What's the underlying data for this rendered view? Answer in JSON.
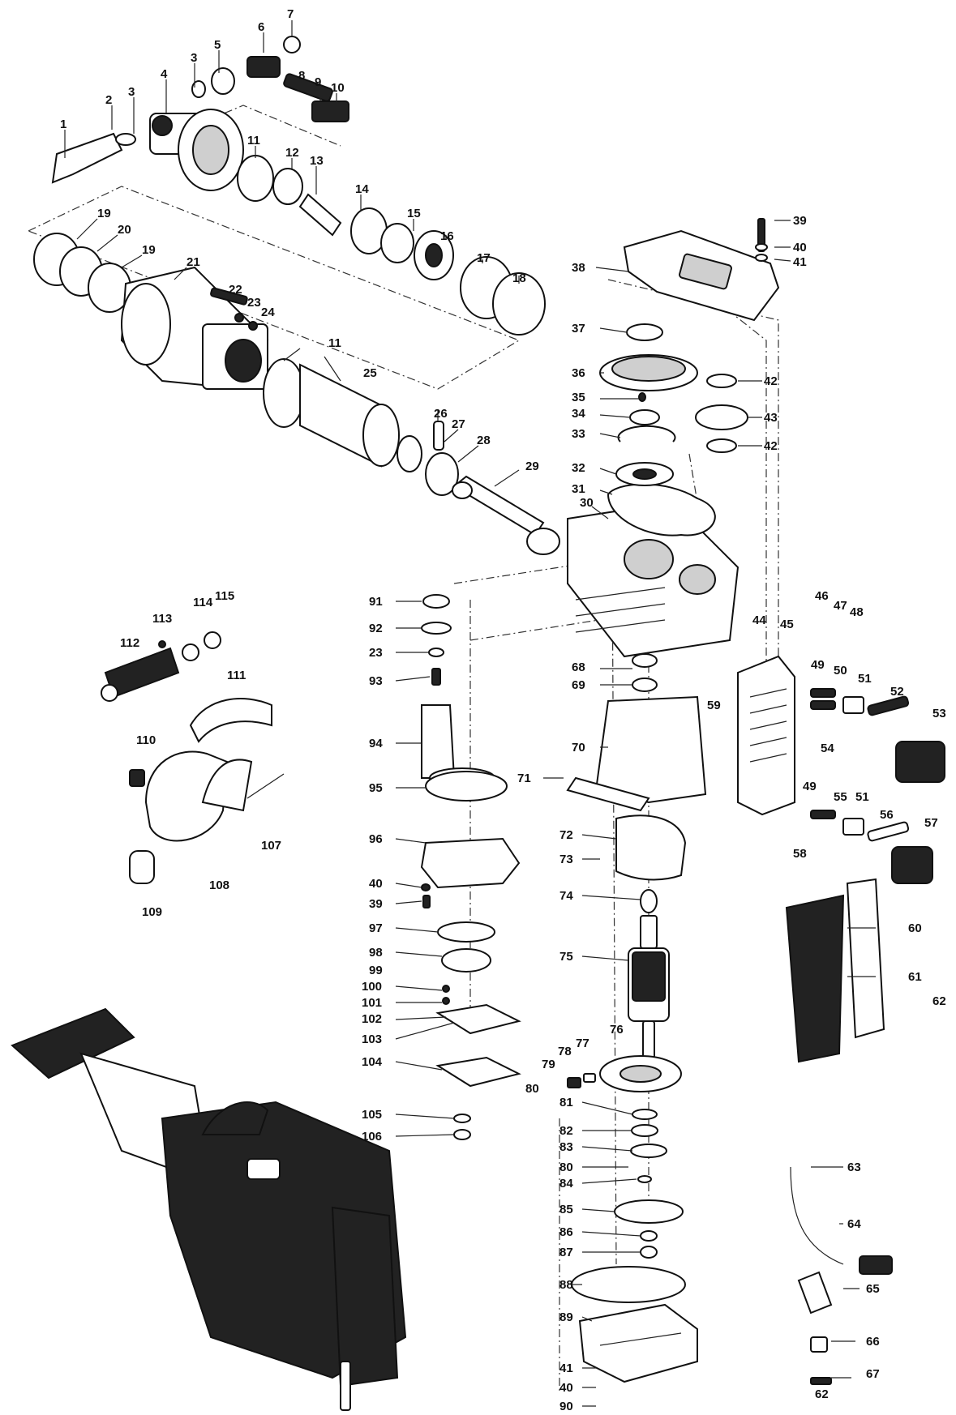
{
  "callouts": [
    "1",
    "2",
    "3",
    "3",
    "4",
    "5",
    "6",
    "7",
    "8",
    "9",
    "10",
    "11",
    "12",
    "13",
    "14",
    "15",
    "16",
    "17",
    "18",
    "19",
    "20",
    "19",
    "21",
    "22",
    "23",
    "24",
    "11",
    "25",
    "26",
    "27",
    "28",
    "29",
    "30",
    "31",
    "32",
    "33",
    "34",
    "35",
    "36",
    "37",
    "38",
    "39",
    "40",
    "41",
    "42",
    "43",
    "42",
    "44",
    "45",
    "46",
    "47",
    "48",
    "49",
    "50",
    "51",
    "52",
    "53",
    "54",
    "49",
    "55",
    "51",
    "56",
    "57",
    "58",
    "59",
    "60",
    "61",
    "62",
    "63",
    "64",
    "65",
    "66",
    "67",
    "62",
    "68",
    "69",
    "70",
    "71",
    "72",
    "73",
    "74",
    "75",
    "76",
    "77",
    "78",
    "79",
    "80",
    "81",
    "82",
    "83",
    "80",
    "84",
    "85",
    "86",
    "87",
    "88",
    "89",
    "41",
    "40",
    "90",
    "91",
    "92",
    "23",
    "93",
    "94",
    "95",
    "96",
    "40",
    "39",
    "97",
    "98",
    "99",
    "100",
    "101",
    "102",
    "103",
    "104",
    "105",
    "106",
    "107",
    "108",
    "109",
    "110",
    "111",
    "112",
    "113",
    "114",
    "115"
  ]
}
